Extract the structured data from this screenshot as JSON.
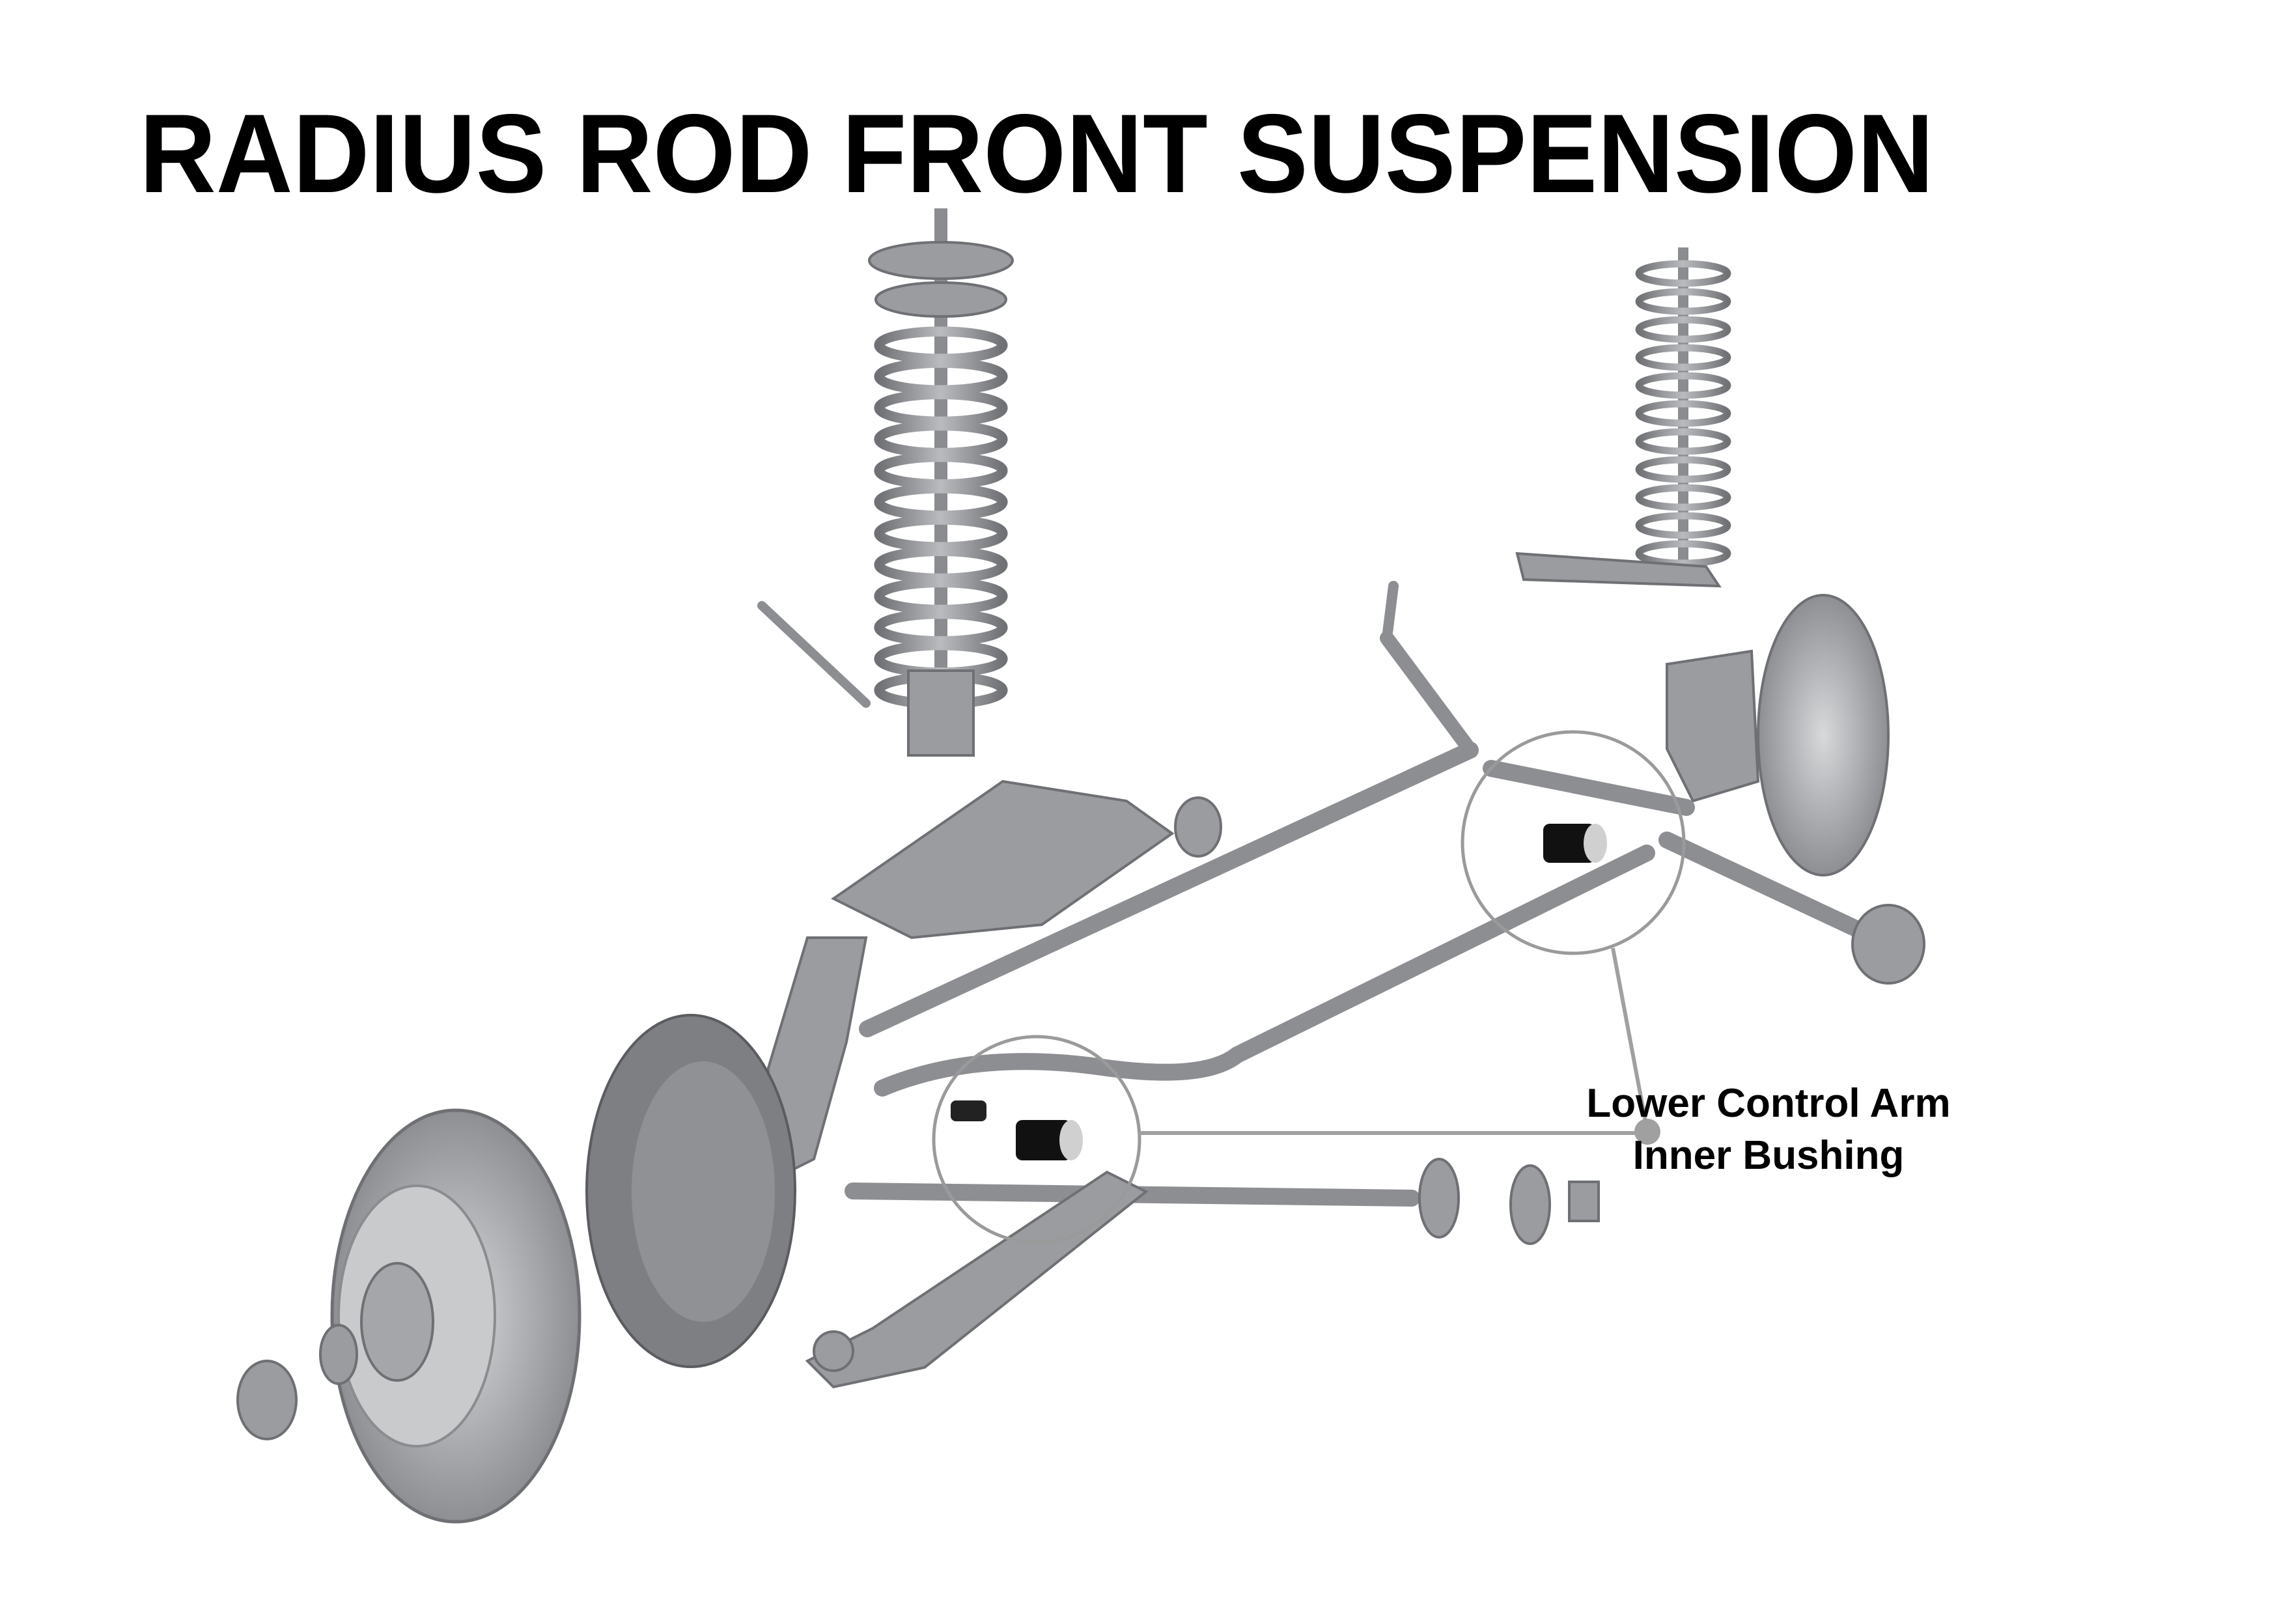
{
  "title": "RADIUS ROD FRONT SUSPENSION",
  "callout": {
    "line1": "Lower Control Arm",
    "line2": "Inner Bushing"
  },
  "colors": {
    "callout_line": "#a0a0a0",
    "parts": "#9a9ca0",
    "bushing": "#111111",
    "text": "#000000"
  }
}
